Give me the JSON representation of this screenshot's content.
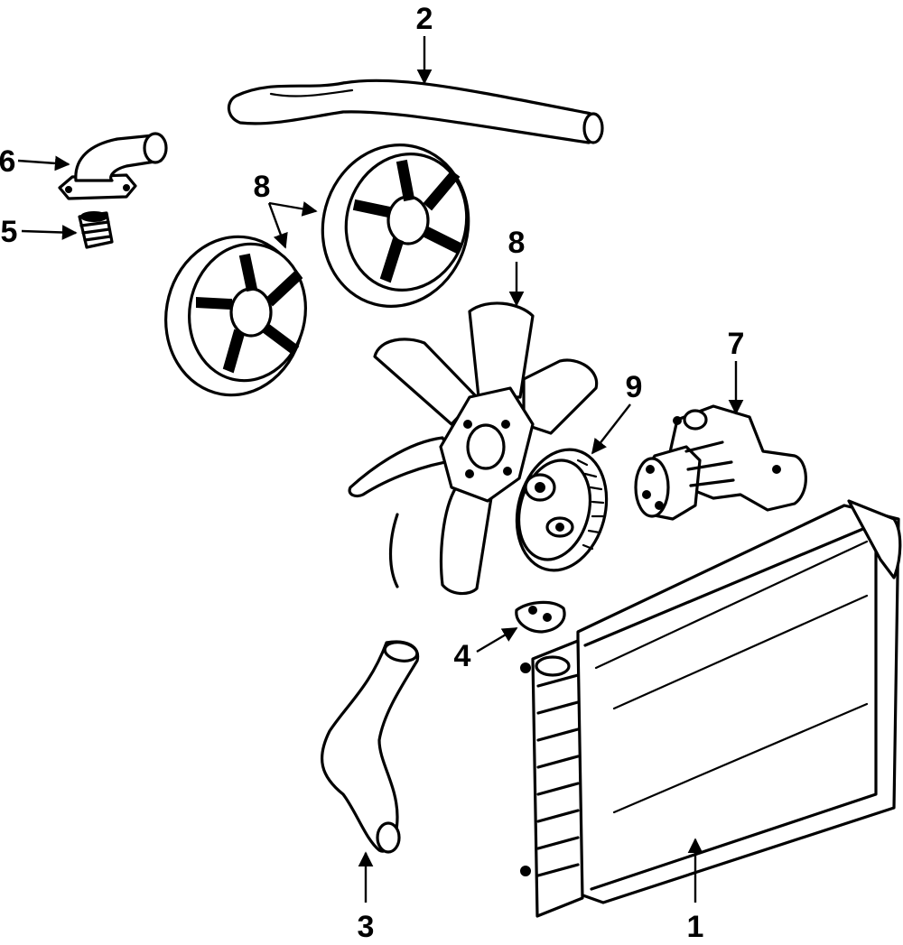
{
  "callouts": [
    {
      "id": "radiator",
      "text": "1"
    },
    {
      "id": "upper-hose",
      "text": "2"
    },
    {
      "id": "lower-hose",
      "text": "3"
    },
    {
      "id": "cap-part",
      "text": "4"
    },
    {
      "id": "water-pump",
      "text": "5"
    },
    {
      "id": "thermostat",
      "text": "6"
    },
    {
      "id": "outlet",
      "text": "7"
    },
    {
      "id": "pulleys",
      "text": "8"
    },
    {
      "id": "fan",
      "text": "8"
    },
    {
      "id": "clutch",
      "text": "9"
    }
  ],
  "colors": {
    "line": "#000000",
    "background": "#ffffff"
  }
}
